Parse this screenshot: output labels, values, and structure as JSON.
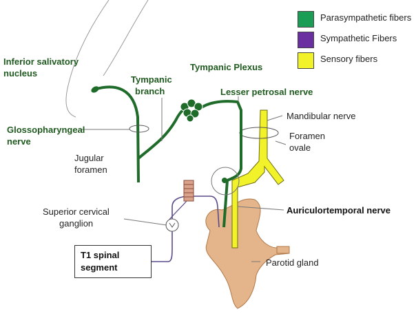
{
  "legend": [
    {
      "label": "Parasympathetic fibers",
      "color": "#1a9e55"
    },
    {
      "label": "Sympathetic Fibers",
      "color": "#6a2fa0"
    },
    {
      "label": "Sensory  fibers",
      "color": "#f2f22a"
    }
  ],
  "labels": {
    "inferior_salivatory_line1": "Inferior salivatory",
    "inferior_salivatory_line2": "nucleus",
    "tympanic_branch_line1": "Tympanic",
    "tympanic_branch_line2": "branch",
    "tympanic_plexus": "Tympanic Plexus",
    "lesser_petrosal": "Lesser petrosal nerve",
    "mandibular": "Mandibular nerve",
    "foramen_ovale_line1": "Foramen",
    "foramen_ovale_line2": "ovale",
    "glossopharyngeal_line1": "Glossopharyngeal",
    "glossopharyngeal_line2": "nerve",
    "jugular_line1": "Jugular",
    "jugular_line2": "foramen",
    "superior_cervical_line1": "Superior cervical",
    "superior_cervical_line2": "ganglion",
    "auriculotemporal": "Auriculortemporal nerve",
    "t1_line1": "T1  spinal",
    "t1_line2": "segment",
    "parotid": "Parotid gland"
  }
}
